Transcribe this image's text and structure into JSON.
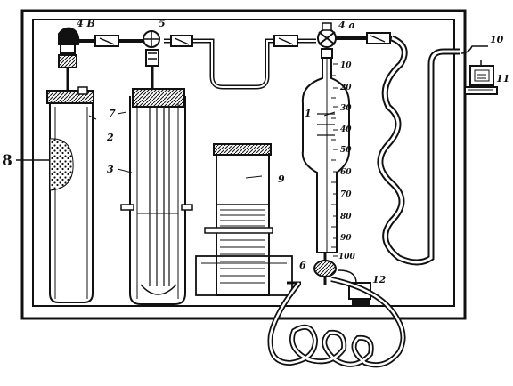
{
  "labels": {
    "valve_4b": "4 B",
    "valve_5": "5",
    "valve_4a": "4 a",
    "cylinder_1": "1",
    "cylinder_2": "2",
    "cylinder_3": "3",
    "part_7": "7",
    "part_8": "8",
    "beaker_9": "9",
    "valve_6": "6",
    "part_12": "12",
    "connector_10": "10",
    "monitor_11": "11"
  },
  "burette_scale": [
    "10",
    "20",
    "30",
    "40",
    "50",
    "60",
    "70",
    "80",
    "90",
    "100"
  ],
  "colors": {
    "ink": "#111111",
    "paper": "#ffffff"
  }
}
